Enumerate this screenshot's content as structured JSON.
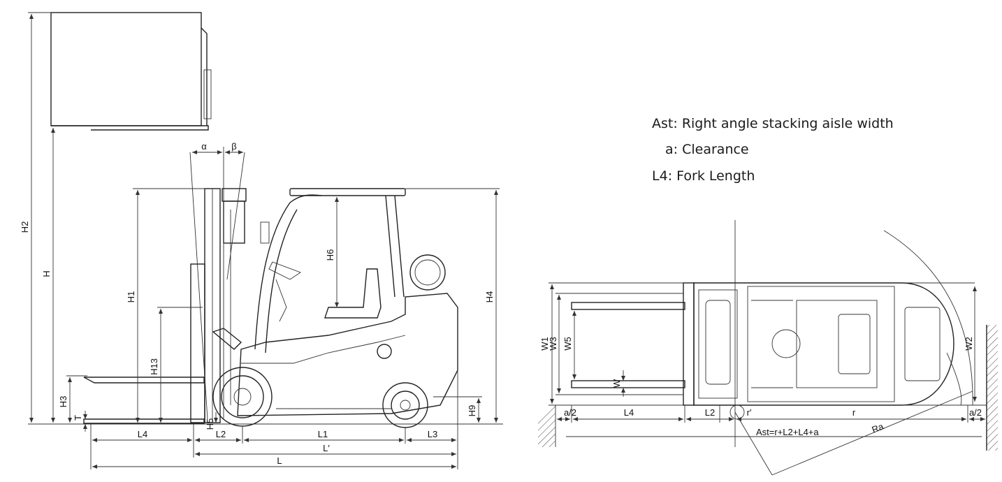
{
  "legend": [
    {
      "key": "Ast",
      "text": "Right angle stacking aisle width"
    },
    {
      "key": "a",
      "text": "Clearance"
    },
    {
      "key": "L4",
      "text": "Fork Length"
    }
  ],
  "side_view": {
    "labels": {
      "H2": "H2",
      "H": "H",
      "H1": "H1",
      "H13": "H13",
      "H3": "H3",
      "T": "T",
      "H5": "H5",
      "H6": "H6",
      "H4": "H4",
      "H9": "H9",
      "alpha": "α",
      "beta": "β",
      "L4": "L4",
      "L2": "L2",
      "L1": "L1",
      "L3": "L3",
      "Lprime": "L′",
      "L": "L"
    }
  },
  "top_view": {
    "labels": {
      "W1": "W1",
      "W3": "W3",
      "W5": "W5",
      "W": "W",
      "W2": "W2",
      "a_half_left": "a/2",
      "L4": "L4",
      "L2": "L2",
      "r_prime": "r′",
      "r": "r",
      "Ra": "Ra",
      "a_half_right": "a/2",
      "formula": "Ast=r+L2+L4+a"
    }
  }
}
